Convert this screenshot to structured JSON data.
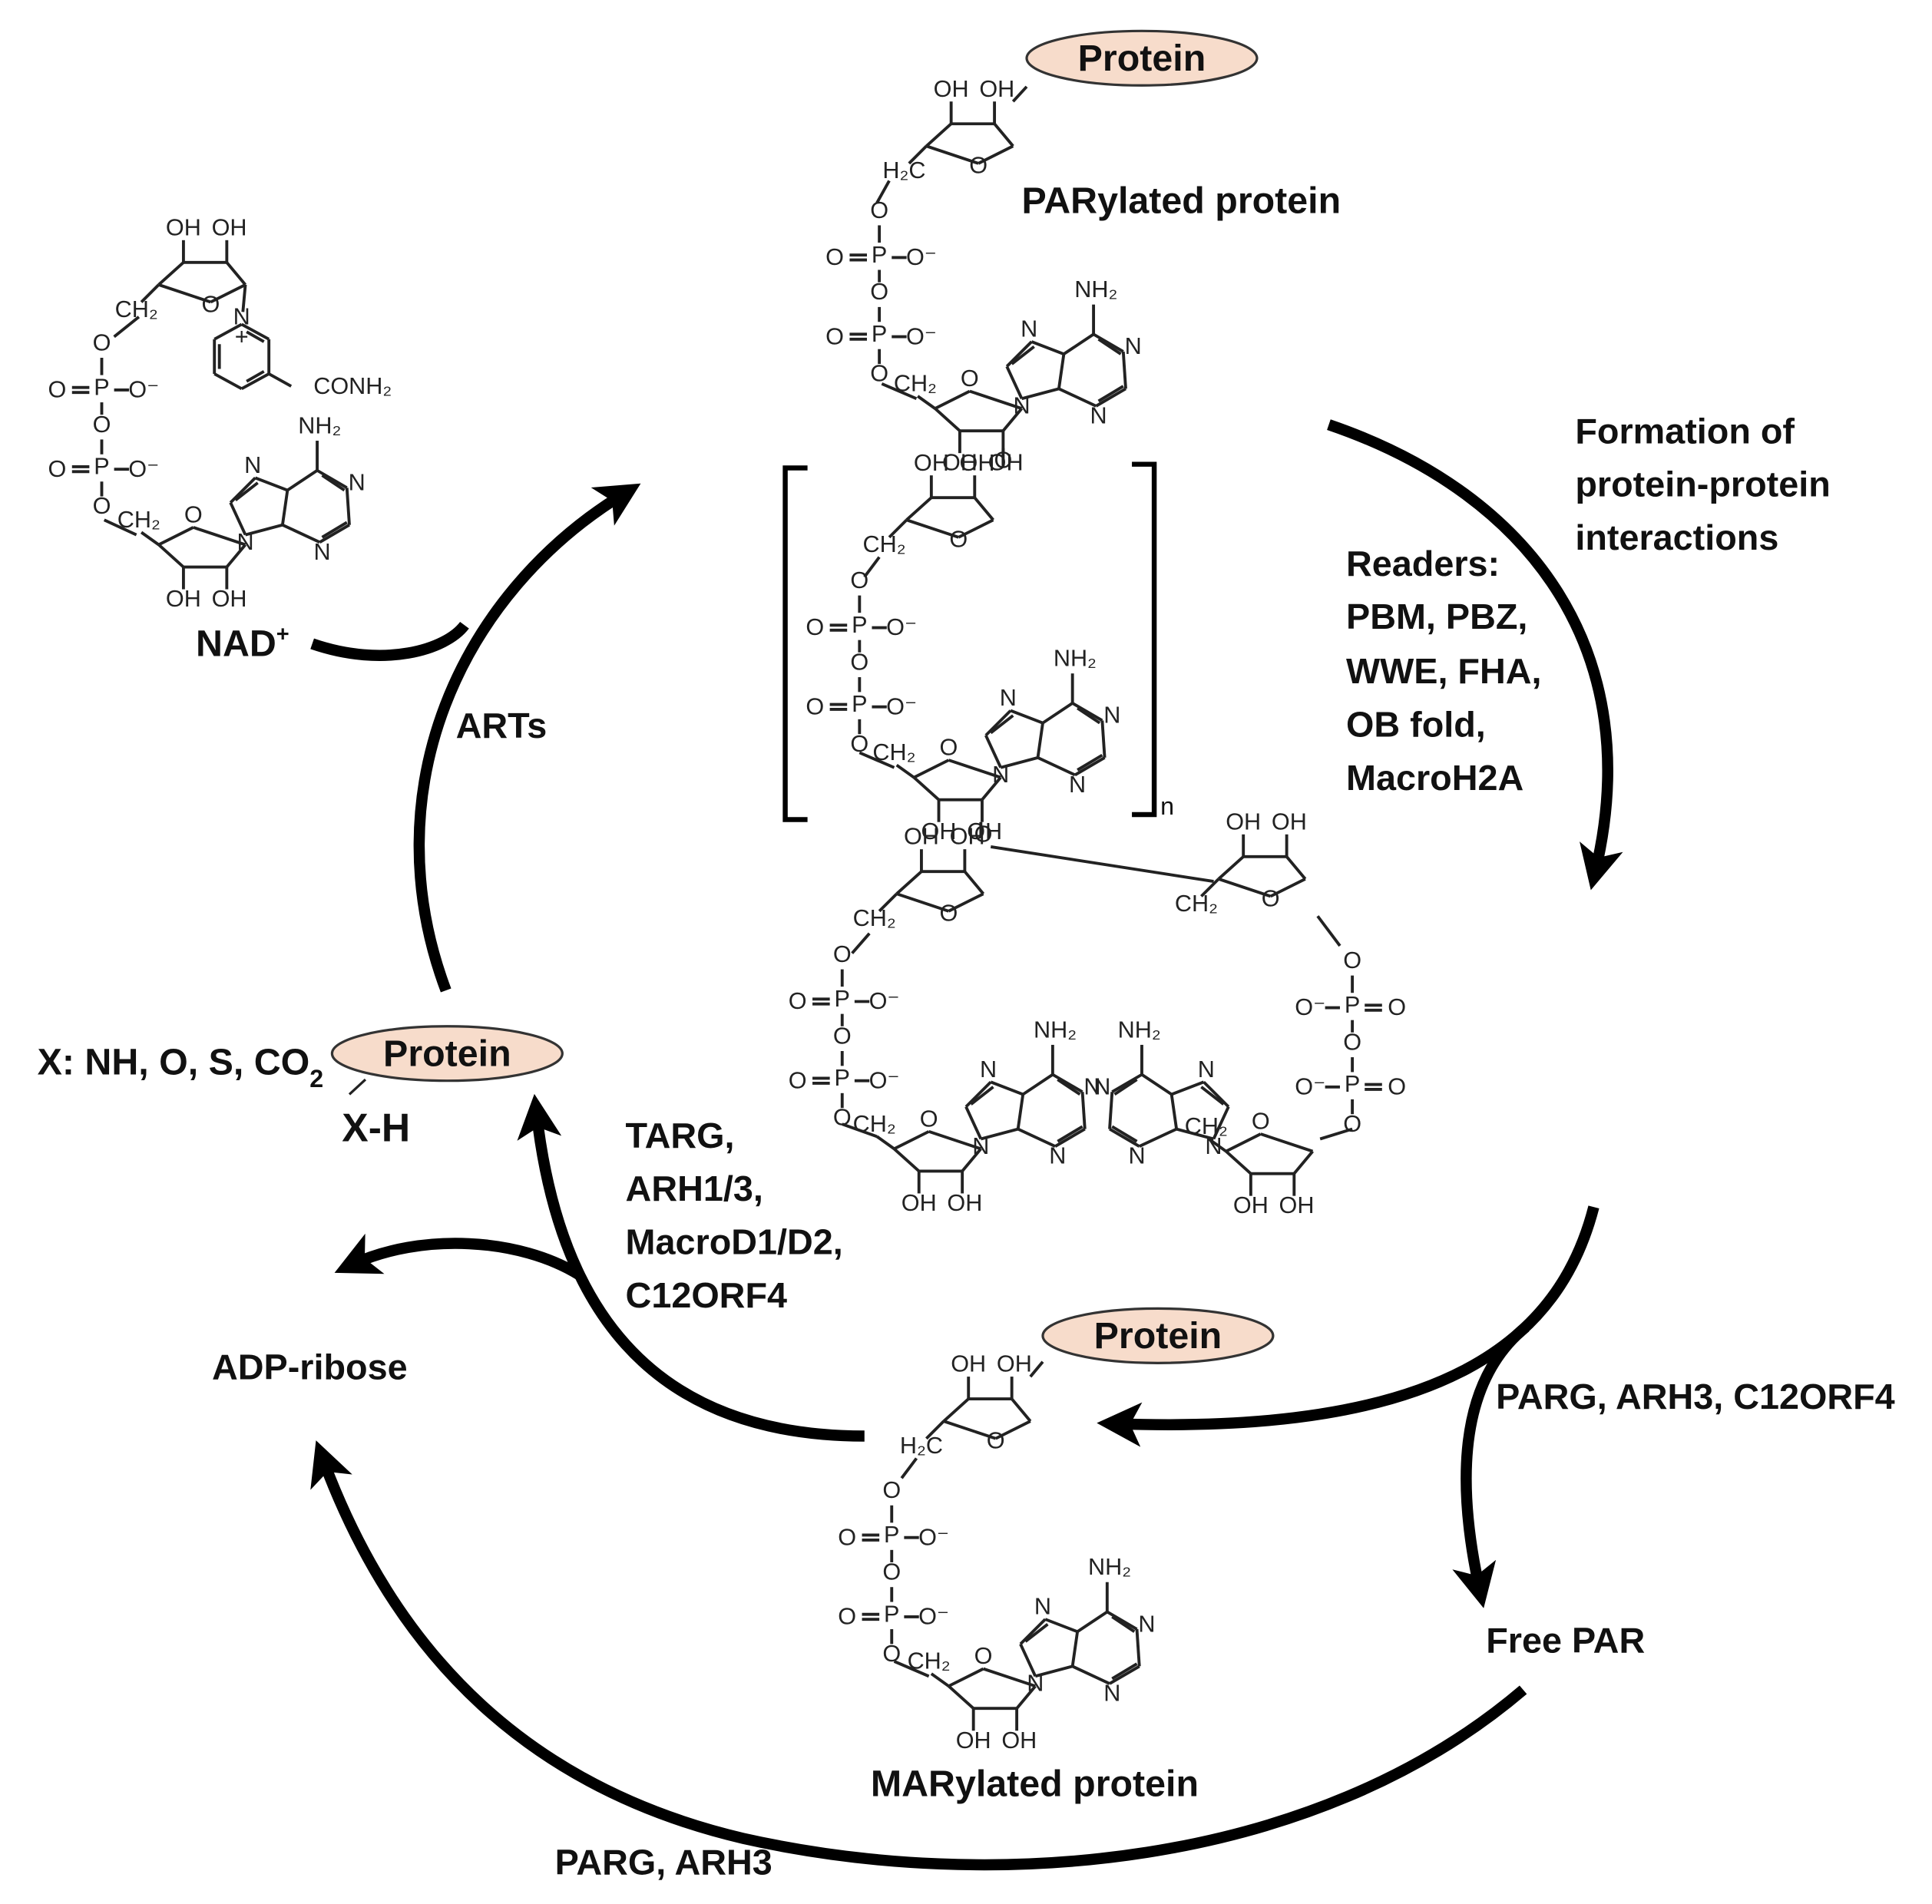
{
  "structures": {
    "nad": {
      "label": "NAD",
      "label_sup": "+",
      "groups": {
        "oh": "OH",
        "ch2": "CH₂",
        "o": "O",
        "p": "P",
        "o_minus": "O⁻",
        "n": "N",
        "plus": "+",
        "conh2": "CONH₂",
        "nh2": "NH₂"
      }
    },
    "parylated": {
      "label": "PARylated protein",
      "protein": "Protein",
      "repeat": "n"
    },
    "marylated": {
      "label": "MARylated protein",
      "protein": "Protein"
    },
    "substrate": {
      "x_types": "X: NH, O, S, CO",
      "x_types_sub": "2",
      "protein": "Protein",
      "xh": "X-H"
    }
  },
  "chem_text": {
    "oh": "OH",
    "ch2": "CH₂",
    "h2c": "H₂C",
    "o": "O",
    "p": "P",
    "o_minus": "O⁻",
    "n": "N",
    "nh2": "NH₂"
  },
  "enzymes": {
    "arts": "ARTs",
    "readers_title": "Readers:",
    "readers": [
      "PBM, PBZ,",
      "WWE, FHA,",
      "OB fold,",
      "MacroH2A"
    ],
    "formation": [
      "Formation of",
      "protein-protein",
      "interactions"
    ],
    "targ": [
      "TARG,",
      "ARH1/3,",
      "MacroD1/D2,",
      "C12ORF4"
    ],
    "parg_arh3_c12orf4": "PARG, ARH3, C12ORF4",
    "parg_arh3": "PARG, ARH3"
  },
  "products": {
    "adp_ribose": "ADP-ribose",
    "free_par": "Free PAR"
  },
  "colors": {
    "protein_fill": "#f7dccb",
    "protein_stroke": "#333333",
    "arrow": "#000000",
    "amine_bond": "#b0304a"
  }
}
